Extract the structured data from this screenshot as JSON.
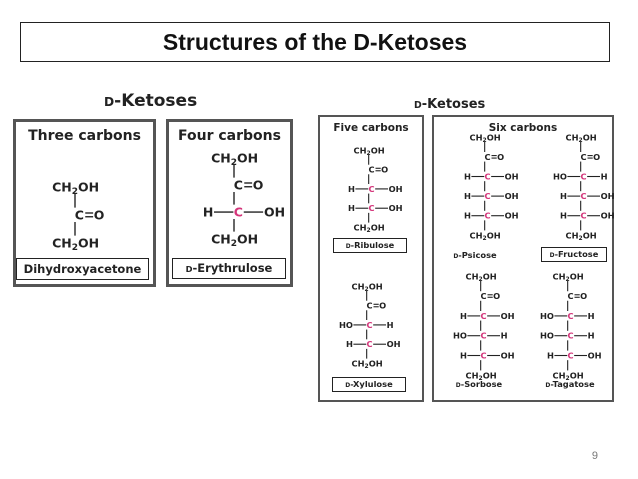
{
  "slide_title": "Structures of the D-Ketoses",
  "page_number": "9",
  "left_header": {
    "prefix": "D",
    "text": "-Ketoses"
  },
  "right_header": {
    "prefix": "D",
    "text": "-Ketoses"
  },
  "panels": {
    "three": {
      "title": "Three carbons"
    },
    "four": {
      "title": "Four carbons"
    },
    "five": {
      "title": "Five carbons"
    },
    "six": {
      "title": "Six carbons"
    }
  },
  "molecules": [
    {
      "id": "dihydroxyacetone",
      "prefix": "",
      "name": "Dihydroxyacetone",
      "boxed": true,
      "rows": [
        {
          "l": "",
          "c": "CH2OH",
          "r": ""
        },
        {
          "l": "",
          "c": "C=O",
          "r": ""
        },
        {
          "l": "",
          "c": "CH2OH",
          "r": ""
        }
      ]
    },
    {
      "id": "erythrulose",
      "prefix": "D",
      "name": "-Erythrulose",
      "boxed": true,
      "rows": [
        {
          "l": "",
          "c": "CH2OH",
          "r": ""
        },
        {
          "l": "",
          "c": "C=O",
          "r": ""
        },
        {
          "l": "H",
          "c": "C",
          "r": "OH"
        },
        {
          "l": "",
          "c": "CH2OH",
          "r": ""
        }
      ]
    },
    {
      "id": "ribulose",
      "prefix": "D",
      "name": "-Ribulose",
      "boxed": true,
      "rows": [
        {
          "l": "",
          "c": "CH2OH",
          "r": ""
        },
        {
          "l": "",
          "c": "C=O",
          "r": ""
        },
        {
          "l": "H",
          "c": "C",
          "r": "OH"
        },
        {
          "l": "H",
          "c": "C",
          "r": "OH"
        },
        {
          "l": "",
          "c": "CH2OH",
          "r": ""
        }
      ]
    },
    {
      "id": "xylulose",
      "prefix": "D",
      "name": "-Xylulose",
      "boxed": true,
      "rows": [
        {
          "l": "",
          "c": "CH2OH",
          "r": ""
        },
        {
          "l": "",
          "c": "C=O",
          "r": ""
        },
        {
          "l": "HO",
          "c": "C",
          "r": "H"
        },
        {
          "l": "H",
          "c": "C",
          "r": "OH"
        },
        {
          "l": "",
          "c": "CH2OH",
          "r": ""
        }
      ]
    },
    {
      "id": "psicose",
      "prefix": "D",
      "name": "-Psicose",
      "boxed": false,
      "rows": [
        {
          "l": "",
          "c": "CH2OH",
          "r": ""
        },
        {
          "l": "",
          "c": "C=O",
          "r": ""
        },
        {
          "l": "H",
          "c": "C",
          "r": "OH"
        },
        {
          "l": "H",
          "c": "C",
          "r": "OH"
        },
        {
          "l": "H",
          "c": "C",
          "r": "OH"
        },
        {
          "l": "",
          "c": "CH2OH",
          "r": ""
        }
      ]
    },
    {
      "id": "fructose",
      "prefix": "D",
      "name": "-Fructose",
      "boxed": true,
      "rows": [
        {
          "l": "",
          "c": "CH2OH",
          "r": ""
        },
        {
          "l": "",
          "c": "C=O",
          "r": ""
        },
        {
          "l": "HO",
          "c": "C",
          "r": "H"
        },
        {
          "l": "H",
          "c": "C",
          "r": "OH"
        },
        {
          "l": "H",
          "c": "C",
          "r": "OH"
        },
        {
          "l": "",
          "c": "CH2OH",
          "r": ""
        }
      ]
    },
    {
      "id": "sorbose",
      "prefix": "D",
      "name": "-Sorbose",
      "boxed": false,
      "rows": [
        {
          "l": "",
          "c": "CH2OH",
          "r": ""
        },
        {
          "l": "",
          "c": "C=O",
          "r": ""
        },
        {
          "l": "H",
          "c": "C",
          "r": "OH"
        },
        {
          "l": "HO",
          "c": "C",
          "r": "H"
        },
        {
          "l": "H",
          "c": "C",
          "r": "OH"
        },
        {
          "l": "",
          "c": "CH2OH",
          "r": ""
        }
      ]
    },
    {
      "id": "tagatose",
      "prefix": "D",
      "name": "-Tagatose",
      "boxed": false,
      "rows": [
        {
          "l": "",
          "c": "CH2OH",
          "r": ""
        },
        {
          "l": "",
          "c": "C=O",
          "r": ""
        },
        {
          "l": "HO",
          "c": "C",
          "r": "H"
        },
        {
          "l": "HO",
          "c": "C",
          "r": "H"
        },
        {
          "l": "H",
          "c": "C",
          "r": "OH"
        },
        {
          "l": "",
          "c": "CH2OH",
          "r": ""
        }
      ]
    }
  ],
  "colors": {
    "chiral_carbon": "#d4357a",
    "ink": "#222222",
    "panel_border": "#555555"
  }
}
